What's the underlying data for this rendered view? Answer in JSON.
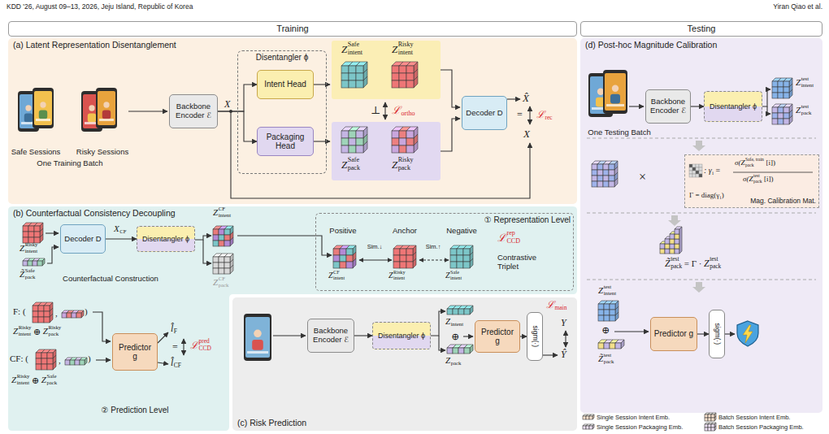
{
  "diagram": {
    "nodes": [
      {
        "text": [
          "Training"
        ]
      },
      {
        "text": [
          "Testing"
        ]
      },
      {
        "text": [
          "(a) Latent Representation Disentanglement"
        ]
      },
      {
        "text": [
          "Backbone Encoder ℰ"
        ],
        "in": 2
      },
      {
        "text": [
          "Disentangler ϕ"
        ],
        "in": 2
      },
      {
        "text": [
          "Intent Head"
        ],
        "in": 4
      },
      {
        "text": [
          "Packaging Head"
        ],
        "in": 4
      },
      {
        "text": [
          "Decoder D"
        ],
        "in": 2
      },
      {
        "text": [
          "(b) Counterfactual Consistency Decoupling"
        ]
      },
      {
        "text": [
          "Decoder D"
        ],
        "in": 8
      },
      {
        "text": [
          "Disentangler ϕ"
        ],
        "in": 8
      },
      {
        "text": [
          "① Representation Level"
        ],
        "in": 8
      },
      {
        "text": [
          "Predictor g"
        ],
        "in": 8
      },
      {
        "text": [
          "(c) Risk Prediction"
        ]
      },
      {
        "text": [
          "Backbone Encoder ℰ"
        ],
        "in": 13
      },
      {
        "text": [
          "Disentangler ϕ"
        ],
        "in": 13
      },
      {
        "text": [
          "Predictor g"
        ],
        "in": 13
      },
      {
        "text": [
          "sigm(·)"
        ],
        "in": 13
      },
      {
        "text": [
          "(d) Post-hoc Magnitude Calibration"
        ]
      },
      {
        "text": [
          "Backbone Encoder ℰ"
        ],
        "in": 18
      },
      {
        "text": [
          "Disentangler ϕ"
        ],
        "in": 18
      },
      {
        "text": [
          "Mag. Calibration Mat."
        ],
        "in": 18
      },
      {
        "text": [
          "Predictor g"
        ],
        "in": 18
      },
      {
        "text": [
          "sigm(·)"
        ],
        "in": 18
      }
    ],
    "edges": [
      {
        "from": 3,
        "to": 5,
        "arrow": "to"
      },
      {
        "from": 3,
        "to": 6,
        "arrow": "to"
      },
      {
        "from": 9,
        "to": 10,
        "arrow": "to"
      },
      {
        "from": 14,
        "to": 15,
        "arrow": "to"
      },
      {
        "from": 16,
        "to": 17,
        "arrow": "to"
      },
      {
        "from": 19,
        "to": 20,
        "arrow": "to"
      },
      {
        "from": 22,
        "to": 23,
        "arrow": "to"
      }
    ],
    "labels": [
      "KDD '26, August 09–13, 2026, Jeju Island, Republic of Korea",
      "Yiran Qiao et al.",
      "Safe Sessions",
      "Risky Sessions",
      "One Training Batch",
      "X",
      "Z",
      "Safe",
      "intent",
      "Z",
      "Risky",
      "intent",
      "⊥",
      "ℒ",
      "ortho",
      "Z",
      "Safe",
      "pack",
      "Z",
      "Risky",
      "pack",
      "X̂",
      "=",
      "ℒ",
      "rec",
      "X",
      "Z",
      "Risky",
      "intent",
      "Z̃",
      "Safe",
      "pack",
      "Counterfactual Construction",
      "X",
      "CF",
      "Z",
      "CF",
      "intent",
      "Z",
      "CF",
      "pack",
      "Positive",
      "Anchor",
      "Negative",
      "Sim.↓",
      "Sim.↑",
      "ℒ",
      "rep",
      "CCD",
      "Z",
      "CF",
      "intent",
      "Z",
      "Risky",
      "intent",
      "Z",
      "Safe",
      "intent",
      "Contrastive Triplet",
      "F: (",
      ",",
      ")",
      "CF: (",
      ",",
      ")",
      "Z",
      "Risky",
      "intent",
      "⊕",
      "Z",
      "Risky",
      "pack",
      "Z",
      "Risky",
      "intent",
      "⊕",
      "Z",
      "Safe",
      "pack",
      "l̂",
      "F",
      "l̂",
      "CF",
      "=",
      "ℒ",
      "pred",
      "CCD",
      "② Prediction Level",
      "Z",
      "intent",
      "⊕",
      "Z",
      "pack",
      "ℒ",
      "main",
      "Y",
      "Ŷ",
      "One Testing Batch",
      "Z",
      "test",
      "intent",
      "Z",
      "test",
      "pack",
      "×",
      ": γ",
      "i",
      "=",
      "σ(Z",
      "Safe, train",
      "pack",
      "[i])",
      "σ(Z",
      "test",
      "pack",
      "[i])",
      "Γ = diag(γ",
      "i",
      ")",
      "Z̃",
      "test",
      "pack",
      "= Γ ·",
      "Z",
      "test",
      "pack",
      "Z",
      "test",
      "intent",
      "⊕",
      "Z̃",
      "test",
      "pack"
    ],
    "legend": [
      {
        "text": "Single Session Intent Emb."
      },
      {
        "text": "Batch Session Intent Emb."
      },
      {
        "text": "Single Session Packaging Emb."
      },
      {
        "text": "Batch Session Packaging Emb."
      }
    ]
  }
}
